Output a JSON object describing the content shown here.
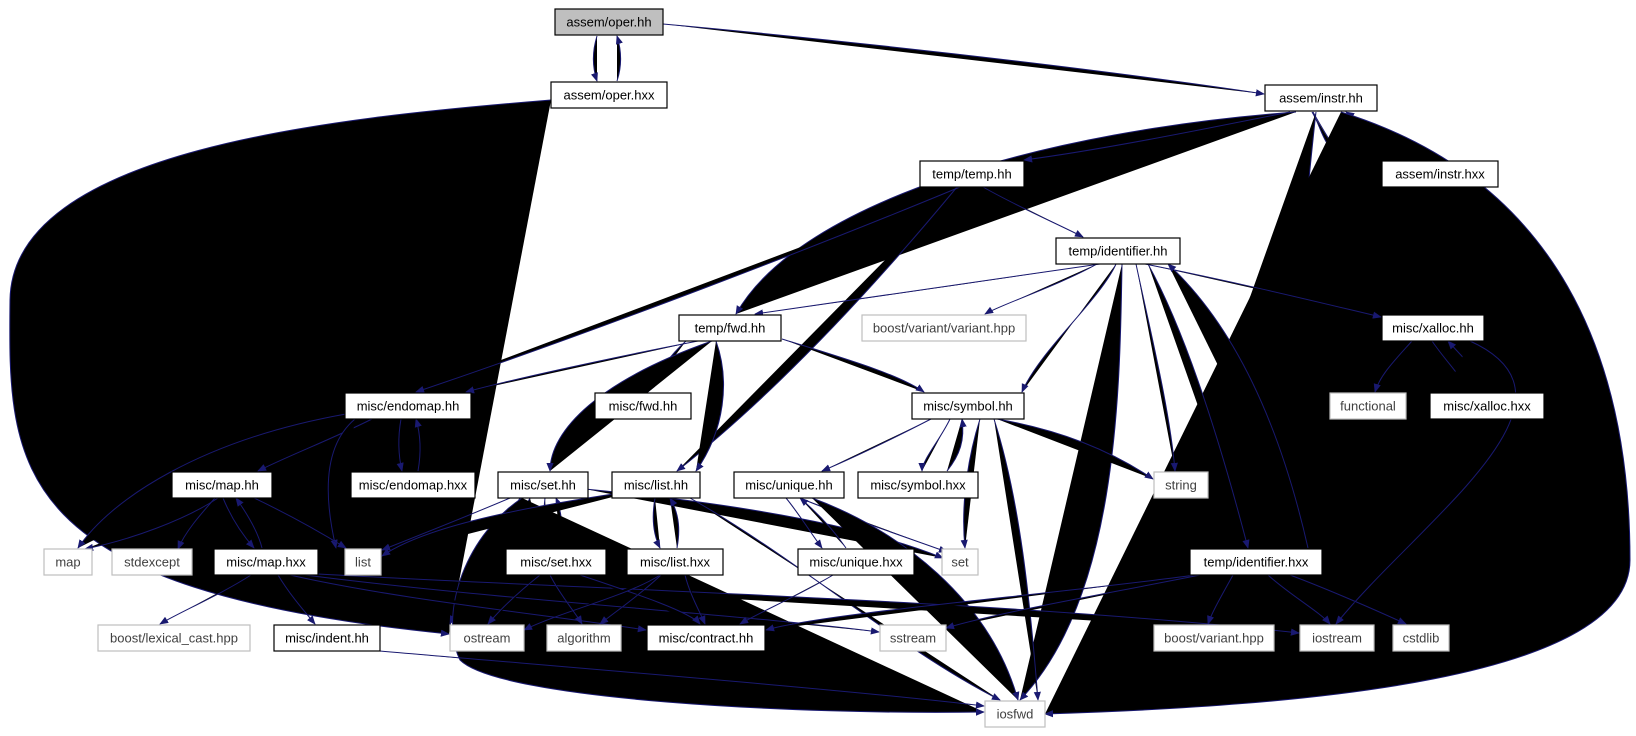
{
  "graph": {
    "colors": {
      "edge": "#191970",
      "node_border": "#000000",
      "system_border": "#bfbfbf",
      "system_text": "#404040",
      "root_fill": "#bfbfbf",
      "node_fill": "#ffffff",
      "text": "#000000"
    },
    "nodes": {
      "oper_hh": {
        "label": "assem/oper.hh",
        "kind": "root"
      },
      "oper_hxx": {
        "label": "assem/oper.hxx",
        "kind": "file"
      },
      "instr_hh": {
        "label": "assem/instr.hh",
        "kind": "file"
      },
      "instr_hxx": {
        "label": "assem/instr.hxx",
        "kind": "file"
      },
      "temp_hh": {
        "label": "temp/temp.hh",
        "kind": "file"
      },
      "identifier_hh": {
        "label": "temp/identifier.hh",
        "kind": "file"
      },
      "fwd_hh": {
        "label": "temp/fwd.hh",
        "kind": "file"
      },
      "variant_hpp": {
        "label": "boost/variant/variant.hpp",
        "kind": "system"
      },
      "xalloc_hh": {
        "label": "misc/xalloc.hh",
        "kind": "file"
      },
      "endomap_hh": {
        "label": "misc/endomap.hh",
        "kind": "file"
      },
      "misc_fwd_hh": {
        "label": "misc/fwd.hh",
        "kind": "file"
      },
      "symbol_hh": {
        "label": "misc/symbol.hh",
        "kind": "file"
      },
      "functional": {
        "label": "functional",
        "kind": "system"
      },
      "xalloc_hxx": {
        "label": "misc/xalloc.hxx",
        "kind": "file"
      },
      "map_hh": {
        "label": "misc/map.hh",
        "kind": "file"
      },
      "endomap_hxx": {
        "label": "misc/endomap.hxx",
        "kind": "file"
      },
      "set_hh": {
        "label": "misc/set.hh",
        "kind": "file"
      },
      "list_hh": {
        "label": "misc/list.hh",
        "kind": "file"
      },
      "unique_hh": {
        "label": "misc/unique.hh",
        "kind": "file"
      },
      "symbol_hxx": {
        "label": "misc/symbol.hxx",
        "kind": "file"
      },
      "string": {
        "label": "string",
        "kind": "system"
      },
      "map": {
        "label": "map",
        "kind": "system"
      },
      "stdexcept": {
        "label": "stdexcept",
        "kind": "system"
      },
      "map_hxx": {
        "label": "misc/map.hxx",
        "kind": "file"
      },
      "list": {
        "label": "list",
        "kind": "system"
      },
      "set_hxx": {
        "label": "misc/set.hxx",
        "kind": "file"
      },
      "list_hxx": {
        "label": "misc/list.hxx",
        "kind": "file"
      },
      "unique_hxx": {
        "label": "misc/unique.hxx",
        "kind": "file"
      },
      "set": {
        "label": "set",
        "kind": "system"
      },
      "identifier_hxx": {
        "label": "temp/identifier.hxx",
        "kind": "file"
      },
      "lexical_cast_hpp": {
        "label": "boost/lexical_cast.hpp",
        "kind": "system"
      },
      "indent_hh": {
        "label": "misc/indent.hh",
        "kind": "file"
      },
      "ostream": {
        "label": "ostream",
        "kind": "system"
      },
      "algorithm": {
        "label": "algorithm",
        "kind": "system"
      },
      "contract_hh": {
        "label": "misc/contract.hh",
        "kind": "file"
      },
      "sstream": {
        "label": "sstream",
        "kind": "system"
      },
      "boost_variant_hpp": {
        "label": "boost/variant.hpp",
        "kind": "system"
      },
      "iostream": {
        "label": "iostream",
        "kind": "system"
      },
      "cstdlib": {
        "label": "cstdlib",
        "kind": "system"
      },
      "iosfwd": {
        "label": "iosfwd",
        "kind": "system"
      }
    }
  }
}
